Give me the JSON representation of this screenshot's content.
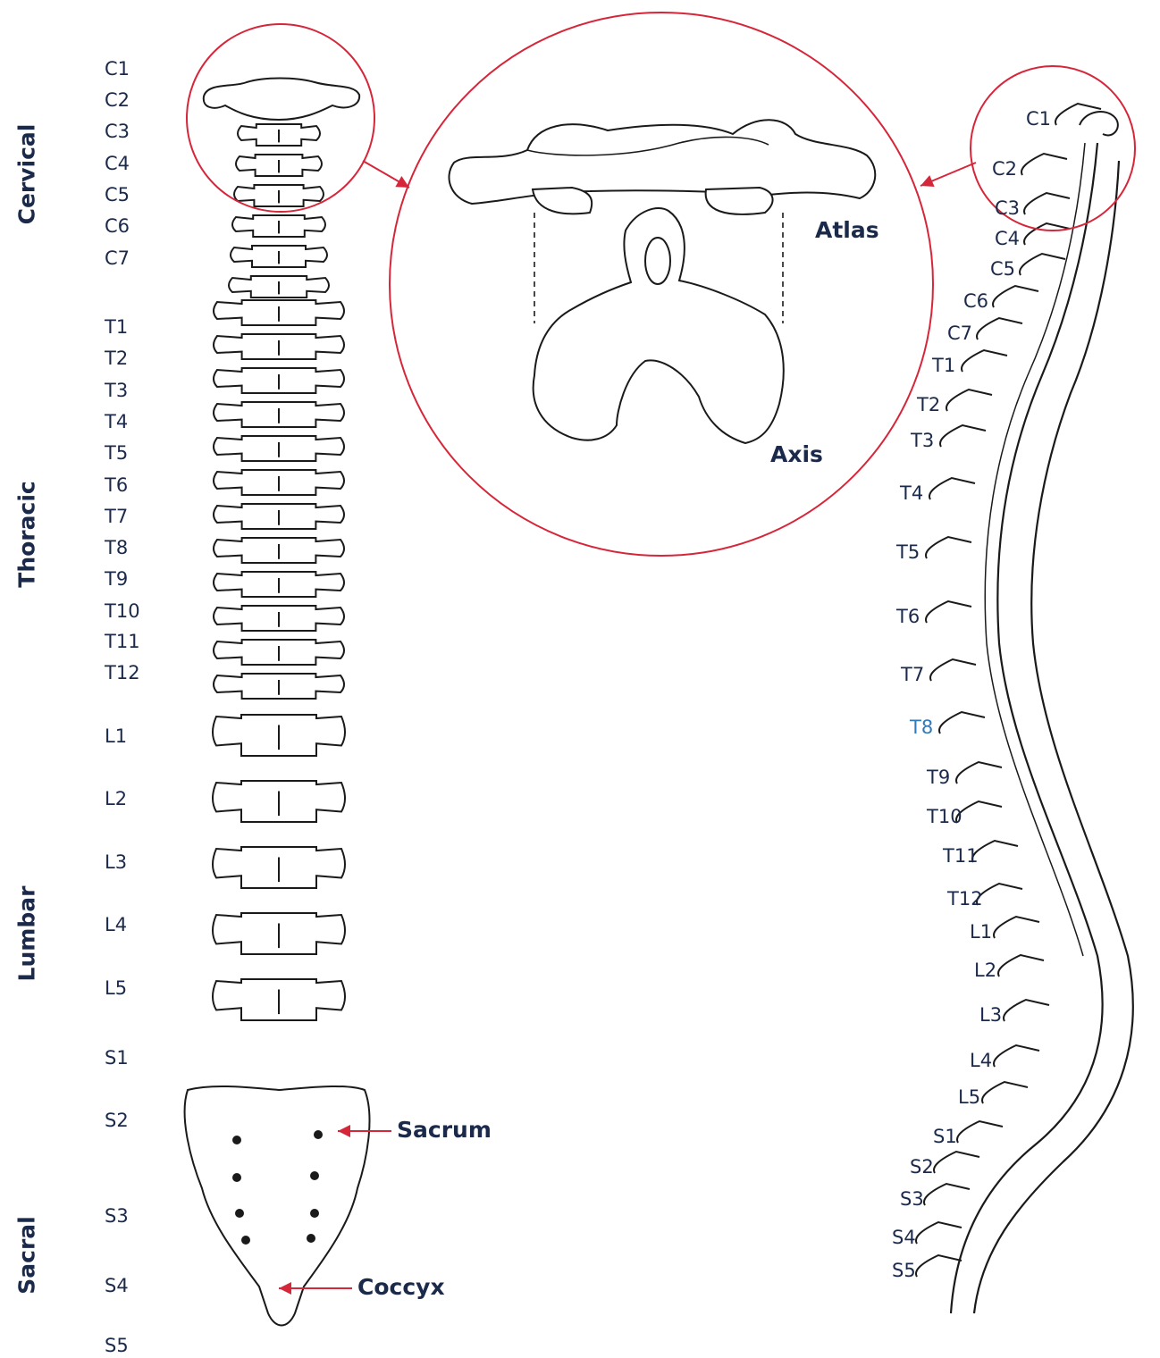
{
  "colors": {
    "accent": "#d6263a",
    "text": "#1b2a4a",
    "highlight": "#2f7ab8",
    "line": "#1a1a1a"
  },
  "regions": {
    "cervical": "Cervical",
    "thoracic": "Thoracic",
    "lumbar": "Lumbar",
    "sacral": "Sacral"
  },
  "posterior_labels": [
    "C1",
    "C2",
    "C3",
    "C4",
    "C5",
    "C6",
    "C7",
    "T1",
    "T2",
    "T3",
    "T4",
    "T5",
    "T6",
    "T7",
    "T8",
    "T9",
    "T10",
    "T11",
    "T12",
    "L1",
    "L2",
    "L3",
    "L4",
    "L5",
    "S1",
    "S2",
    "S3",
    "S4",
    "S5"
  ],
  "lateral_labels": [
    "C1",
    "C2",
    "C3",
    "C4",
    "C5",
    "C6",
    "C7",
    "T1",
    "T2",
    "T3",
    "T4",
    "T5",
    "T6",
    "T7",
    "T8",
    "T9",
    "T10",
    "T11",
    "T12",
    "L1",
    "L2",
    "L3",
    "L4",
    "L5",
    "S1",
    "S2",
    "S3",
    "S4",
    "S5"
  ],
  "lateral_highlight": "T8",
  "callouts": {
    "atlas": "Atlas",
    "axis": "Axis",
    "sacrum": "Sacrum",
    "coccyx": "Coccyx"
  }
}
